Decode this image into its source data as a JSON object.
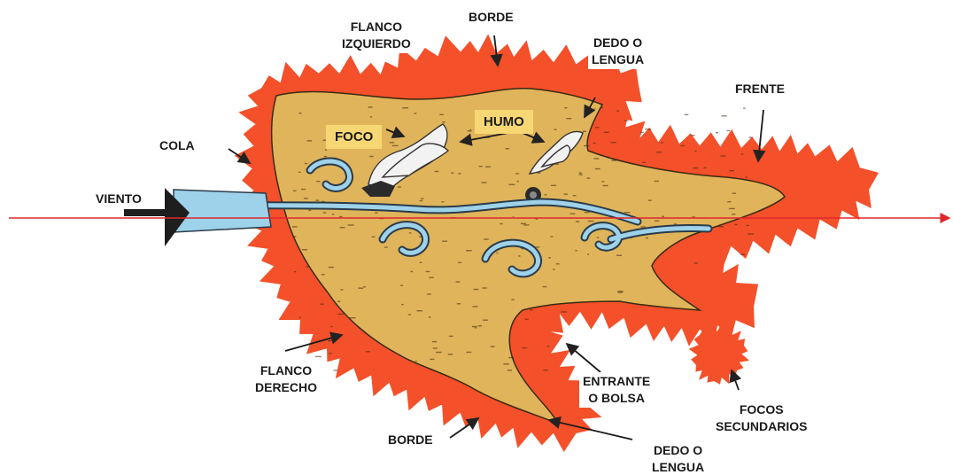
{
  "labels": {
    "flanco_izquierdo": "FLANCO\nIZQUIERDO",
    "borde_top": "BORDE",
    "dedo_lengua_top": "DEDO O\nLENGUA",
    "frente": "FRENTE",
    "cola": "COLA",
    "viento": "VIENTO",
    "foco": "FOCO",
    "humo": "HUMO",
    "flanco_derecho": "FLANCO\nDERECHO",
    "entrante_bolsa": "ENTRANTE\nO BOLSA",
    "focos_secundarios": "FOCOS\nSECUNDARIOS",
    "borde_bottom": "BORDE",
    "dedo_lengua_bottom": "DEDO O\nLENGUA"
  },
  "colors": {
    "flame": "#f4502a",
    "burned_area": "#e0b45a",
    "wind": "#9ed2ea",
    "axis_line": "#e0262c",
    "label_highlight": "#f7d774"
  }
}
